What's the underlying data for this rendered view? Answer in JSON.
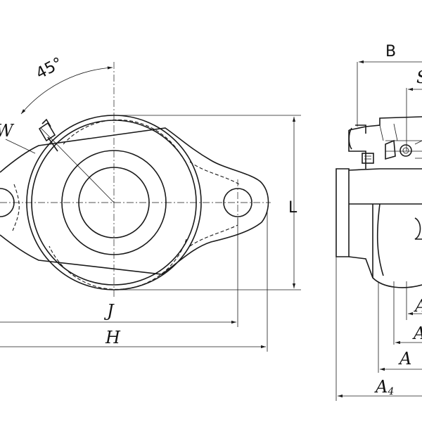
{
  "labels": {
    "angle": "45°",
    "J": "J",
    "H": "H",
    "L": "L",
    "B": "B",
    "S": "S",
    "A": "A",
    "A4_base": "A",
    "A4_sub": "4",
    "W": "W"
  }
}
